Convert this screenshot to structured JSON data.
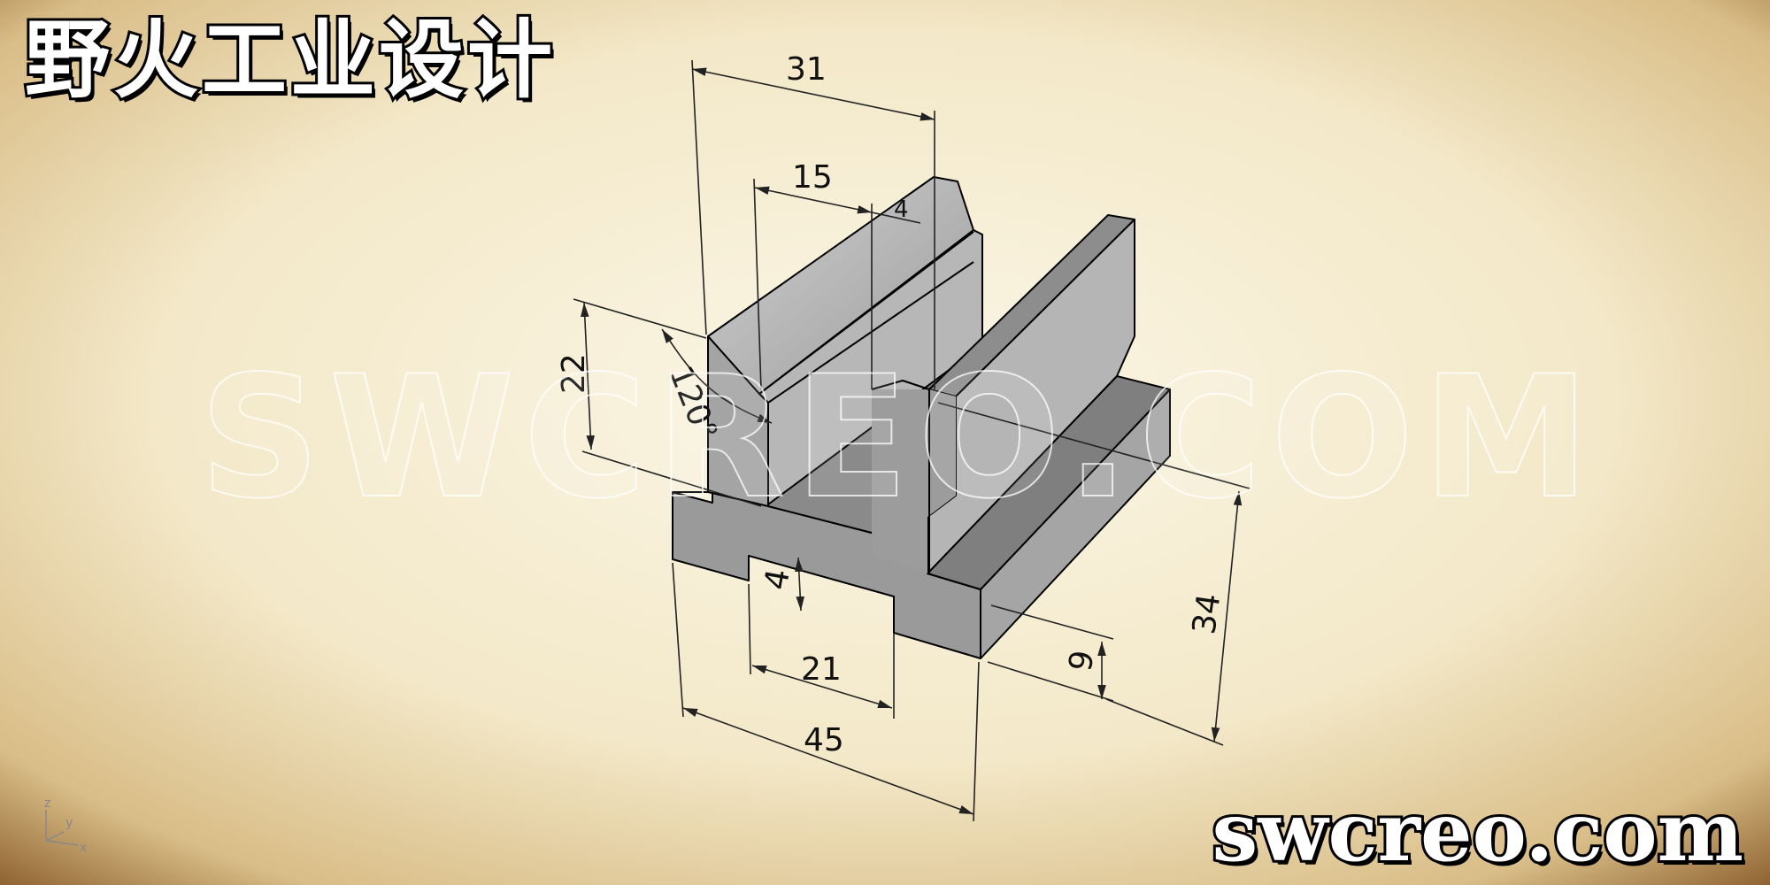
{
  "header": {
    "title": "野火工业设计"
  },
  "footer": {
    "site": "swcreo.com"
  },
  "watermark": {
    "text": "SWCREO.COM"
  },
  "drawing": {
    "dimensions": {
      "overall_top_width": "31",
      "left_rail_width": "15",
      "chamfer_small": "4",
      "rail_height": "22",
      "v_angle": "120°",
      "bottom_groove_depth": "4",
      "bottom_groove_width": "21",
      "base_width": "45",
      "base_height": "9",
      "overall_height": "34"
    },
    "axis_triad": {
      "z": "z",
      "y": "y",
      "x": "x"
    },
    "colors": {
      "face_top": "#c0c0c0",
      "face_front": "#979797",
      "face_side": "#a8a8a8",
      "face_dark": "#7e7e7e",
      "edge": "#000000",
      "dimension_line": "#222222"
    }
  }
}
